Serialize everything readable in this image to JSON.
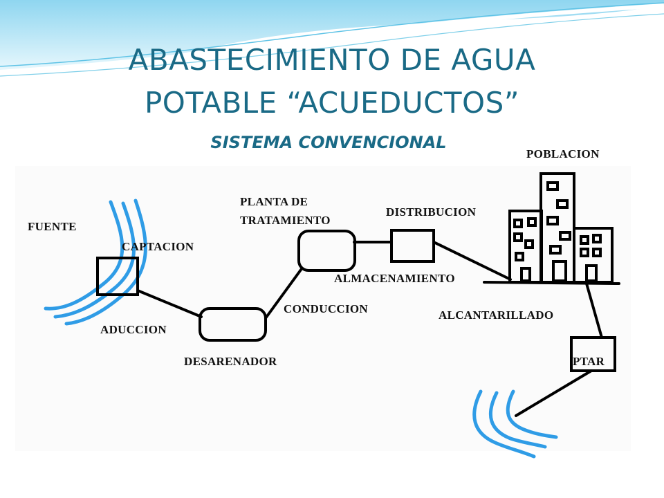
{
  "slide": {
    "title_line1": "ABASTECIMIENTO DE AGUA",
    "title_line2": "POTABLE “ACUEDUCTOS”",
    "subtitle": "SISTEMA CONVENCIONAL"
  },
  "diagram": {
    "labels": {
      "poblacion": "POBLACION",
      "fuente": "FUENTE",
      "captacion": "CAPTACION",
      "planta_line1": "PLANTA DE",
      "planta_line2": "TRATAMIENTO",
      "distribucion": "DISTRIBUCION",
      "almacenamiento": "ALMACENAMIENTO",
      "conduccion": "CONDUCCION",
      "alcantarillado": "ALCANTARILLADO",
      "aduccion": "ADUCCION",
      "desarenador": "DESARENADOR",
      "ptar": "PTAR"
    }
  },
  "colors": {
    "title": "#1a6a86",
    "water": "#2f9ce6",
    "header_wave": "#aee3f5"
  }
}
